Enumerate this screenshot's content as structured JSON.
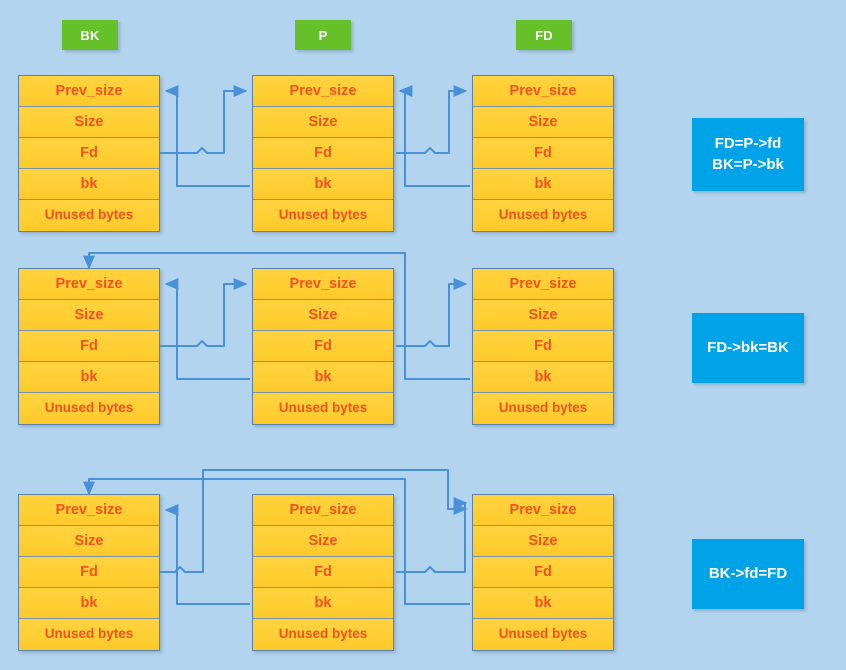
{
  "diagram": {
    "title": "glibc unlink macro chunk pointer rewiring",
    "background_color": "#b3d4ef",
    "chunk_fill_color": "#ffd23f",
    "chunk_text_color": "#f4511e",
    "chip_color": "#66c02a",
    "note_color": "#00a2e8",
    "arrow_color": "#4a90d9"
  },
  "pointer_labels": [
    {
      "name": "bk-chip",
      "text": "BK"
    },
    {
      "name": "p-chip",
      "text": "P"
    },
    {
      "name": "fd-chip",
      "text": "FD"
    }
  ],
  "chunk_fields": [
    "Prev_size",
    "Size",
    "Fd",
    "bk",
    "Unused bytes"
  ],
  "rows": [
    {
      "id": "row-1",
      "note": {
        "lines": [
          "FD=P->fd",
          "BK=P->bk"
        ]
      },
      "chunks": [
        {
          "id": "row1-bk",
          "role": "BK",
          "fields": [
            "Prev_size",
            "Size",
            "Fd",
            "bk",
            "Unused bytes"
          ]
        },
        {
          "id": "row1-p",
          "role": "P",
          "fields": [
            "Prev_size",
            "Size",
            "Fd",
            "bk",
            "Unused bytes"
          ]
        },
        {
          "id": "row1-fd",
          "role": "FD",
          "fields": [
            "Prev_size",
            "Size",
            "Fd",
            "bk",
            "Unused bytes"
          ]
        }
      ]
    },
    {
      "id": "row-2",
      "note": {
        "lines": [
          "FD->bk=BK"
        ]
      },
      "chunks": [
        {
          "id": "row2-bk",
          "role": "BK",
          "fields": [
            "Prev_size",
            "Size",
            "Fd",
            "bk",
            "Unused bytes"
          ]
        },
        {
          "id": "row2-p",
          "role": "P",
          "fields": [
            "Prev_size",
            "Size",
            "Fd",
            "bk",
            "Unused bytes"
          ]
        },
        {
          "id": "row2-fd",
          "role": "FD",
          "fields": [
            "Prev_size",
            "Size",
            "Fd",
            "bk",
            "Unused bytes"
          ]
        }
      ]
    },
    {
      "id": "row-3",
      "note": {
        "lines": [
          "BK->fd=FD"
        ]
      },
      "chunks": [
        {
          "id": "row3-bk",
          "role": "BK",
          "fields": [
            "Prev_size",
            "Size",
            "Fd",
            "bk",
            "Unused bytes"
          ]
        },
        {
          "id": "row3-p",
          "role": "P",
          "fields": [
            "Prev_size",
            "Size",
            "Fd",
            "bk",
            "Unused bytes"
          ]
        },
        {
          "id": "row3-fd",
          "role": "FD",
          "fields": [
            "Prev_size",
            "Size",
            "Fd",
            "bk",
            "Unused bytes"
          ]
        }
      ]
    }
  ],
  "links": {
    "row_1": [
      {
        "from": "BK.Fd",
        "to": "P.Prev_size",
        "direction": "right"
      },
      {
        "from": "P.bk",
        "to": "BK.Prev_size",
        "direction": "left"
      },
      {
        "from": "P.Fd",
        "to": "FD.Prev_size",
        "direction": "right"
      },
      {
        "from": "FD.bk",
        "to": "P.Prev_size",
        "direction": "left"
      }
    ],
    "row_2": [
      {
        "from": "BK.Fd",
        "to": "P.Prev_size",
        "direction": "right"
      },
      {
        "from": "P.bk",
        "to": "BK.Prev_size",
        "direction": "left"
      },
      {
        "from": "P.Fd",
        "to": "FD.Prev_size",
        "direction": "right"
      },
      {
        "from": "FD.bk",
        "to": "BK.Prev_size",
        "direction": "over-top"
      }
    ],
    "row_3": [
      {
        "from": "BK.Fd",
        "to": "FD.Prev_size",
        "direction": "over-top"
      },
      {
        "from": "P.bk",
        "to": "BK.Prev_size",
        "direction": "left"
      },
      {
        "from": "P.Fd",
        "to": "FD.Prev_size",
        "direction": "right"
      },
      {
        "from": "FD.bk",
        "to": "FD.Prev_size",
        "direction": "over-top"
      }
    ]
  }
}
